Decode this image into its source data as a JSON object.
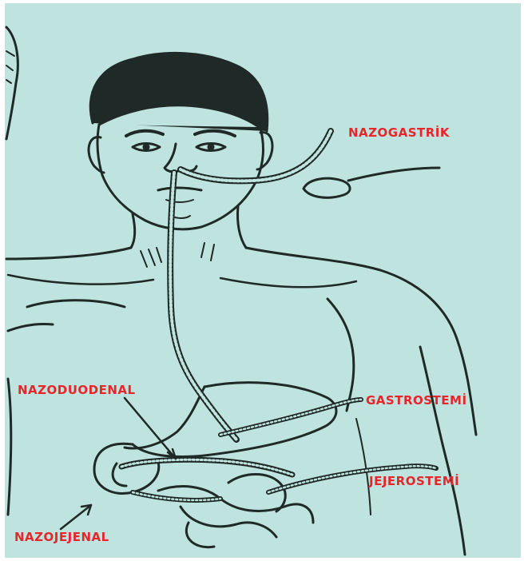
{
  "diagram": {
    "background_color": "#bfe3de",
    "line_color": "#1f2a28",
    "label_color": "#e6262b",
    "labels": {
      "nazogastrik": "NAZOGASTRİK",
      "nazoduodenal": "NAZODUODENAL",
      "gastrostemi": "GASTROSTEMİ",
      "jejerostemi": "JEJEROSTEMİ",
      "nazojejenal": "NAZOJEJENAL"
    }
  }
}
